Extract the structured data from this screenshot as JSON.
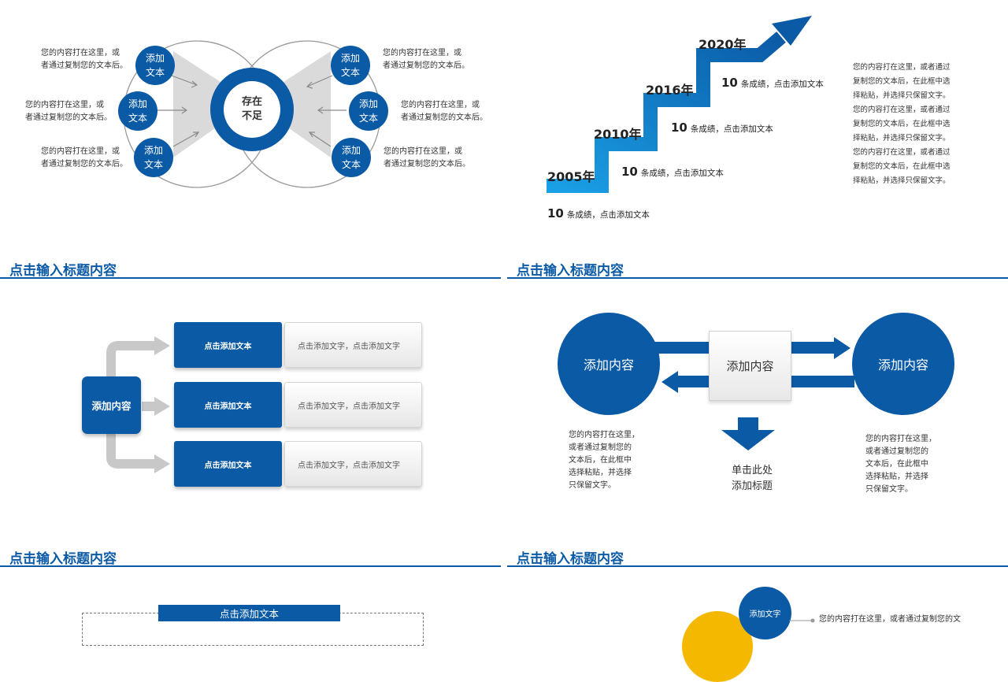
{
  "panel1": {
    "left_texts": [
      [
        "您的内容打在这里，或",
        "者通过复制您的文本后。"
      ],
      [
        "您的内容打在这里，或",
        "者通过复制您的文本后。"
      ],
      [
        "您的内容打在这里，或",
        "者通过复制您的文本后。"
      ]
    ],
    "right_texts": [
      [
        "您的内容打在这里，或",
        "者通过复制您的文本后。"
      ],
      [
        "您的内容打在这里，或",
        "者通过复制您的文本后。"
      ],
      [
        "您的内容打在这里，或",
        "者通过复制您的文本后。"
      ]
    ],
    "small_circles": [
      "添加\n文本",
      "添加\n文本",
      "添加\n文本",
      "添加\n文本",
      "添加\n文本",
      "添加\n文本"
    ],
    "center": "存在\n不足"
  },
  "panel2": {
    "years": [
      "2005年",
      "2010年",
      "2016年",
      "2020年"
    ],
    "achievements": [
      {
        "num": "10",
        "text": "条成绩，点击添加文本"
      },
      {
        "num": "10",
        "text": "条成绩，点击添加文本"
      },
      {
        "num": "10",
        "text": "条成绩，点击添加文本"
      },
      {
        "num": "10",
        "text": "条成绩，点击添加文本"
      }
    ],
    "side_text": [
      "您的内容打在这里，或者通过",
      "复制您的文本后，在此框中选",
      "择粘贴，并选择只保留文字。",
      "您的内容打在这里，或者通过",
      "复制您的文本后，在此框中选",
      "择粘贴，并选择只保留文字。",
      "您的内容打在这里，或者通过",
      "复制您的文本后，在此框中选",
      "择粘贴，并选择只保留文字。"
    ]
  },
  "section_titles": [
    "点击输入标题内容",
    "点击输入标题内容",
    "点击输入标题内容",
    "点击输入标题内容"
  ],
  "panel3": {
    "root": "添加内容",
    "rows": [
      {
        "label": "点击添加文本",
        "desc": "点击添加文字，点击添加文字"
      },
      {
        "label": "点击添加文本",
        "desc": "点击添加文字，点击添加文字"
      },
      {
        "label": "点击添加文本",
        "desc": "点击添加文字，点击添加文字"
      }
    ]
  },
  "panel4": {
    "left_circle": "添加内容",
    "center_box": "添加内容",
    "right_circle": "添加内容",
    "left_text": [
      "您的内容打在这里，",
      "或者通过复制您的",
      "文本后，在此框中",
      "选择粘贴，并选择",
      "只保留文字。"
    ],
    "right_text": [
      "您的内容打在这里，",
      "或者通过复制您的",
      "文本后，在此框中",
      "选择粘贴，并选择",
      "只保留文字。"
    ],
    "bottom_title": [
      "单击此处",
      "添加标题"
    ]
  },
  "panel5": {
    "header_box": "点击添加文本"
  },
  "panel6": {
    "circle_label": "添加文字",
    "text_line1": "您的内容打在这里，或者通过复制您的文"
  },
  "colors": {
    "primary": "#0b5aa6",
    "light_blue": "#1aa0e6",
    "yellow": "#f5b800",
    "grey": "#c8c8c8"
  }
}
